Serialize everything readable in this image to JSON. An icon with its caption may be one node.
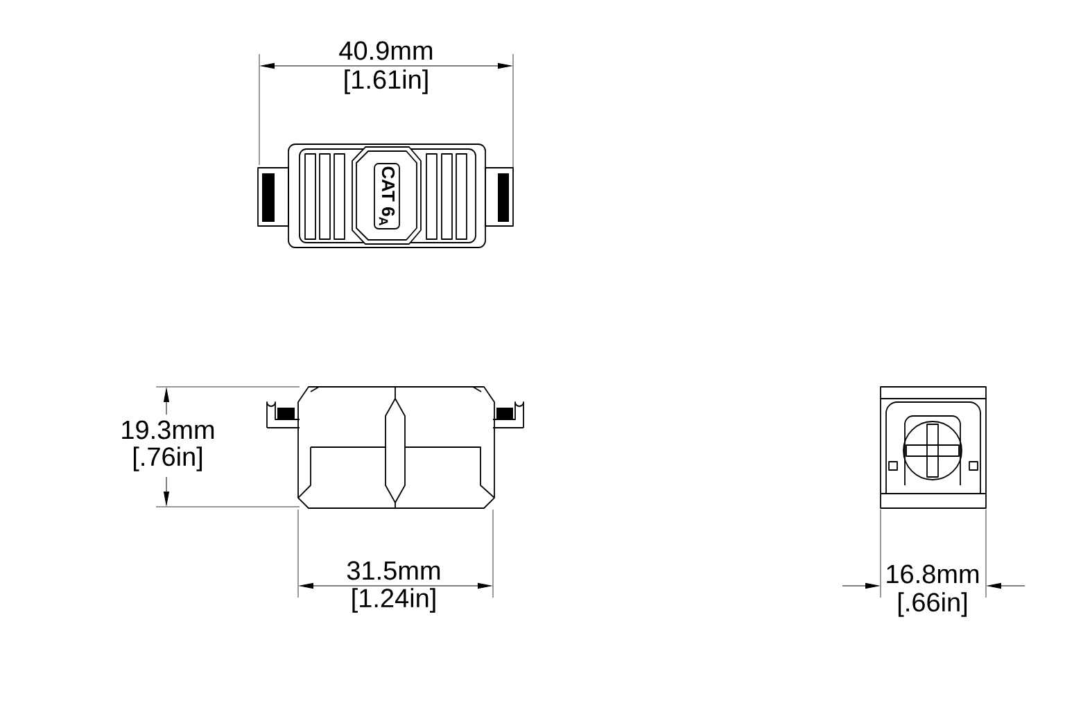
{
  "diagram": {
    "labels": [
      "40.9mm",
      "[1.61in]",
      "CAT 6$_{A}$",
      "19.3mm",
      "[.76in]",
      "31.5mm",
      "[1.24in]",
      "16.8mm",
      "[.66in]"
    ]
  }
}
